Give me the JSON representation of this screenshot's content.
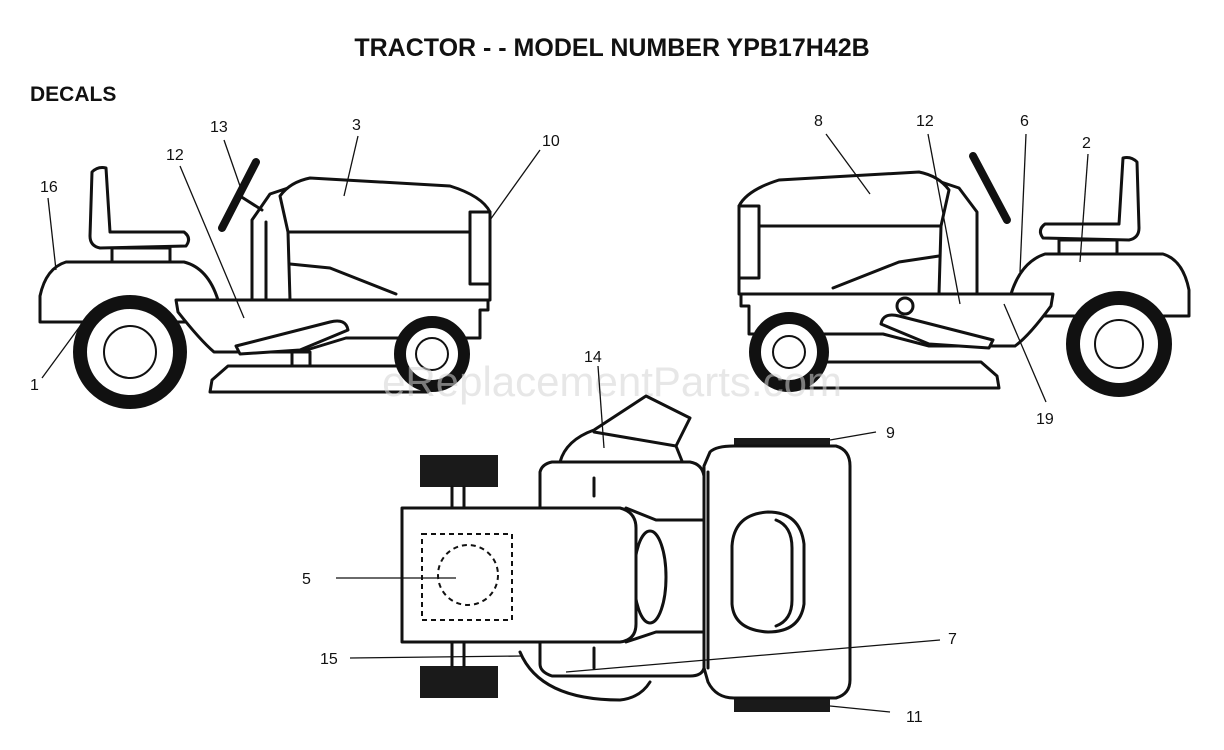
{
  "header": {
    "title": "TRACTOR - - MODEL NUMBER YPB17H42B",
    "section_label": "DECALS"
  },
  "watermark": "eReplacementParts.com",
  "callouts": {
    "c1": "1",
    "c16": "16",
    "c13": "13",
    "c12_left": "12",
    "c3": "3",
    "c10": "10",
    "c8": "8",
    "c12_right": "12",
    "c6": "6",
    "c2": "2",
    "c19": "19",
    "c14": "14",
    "c9": "9",
    "c5": "5",
    "c15": "15",
    "c7": "7",
    "c11": "11"
  }
}
